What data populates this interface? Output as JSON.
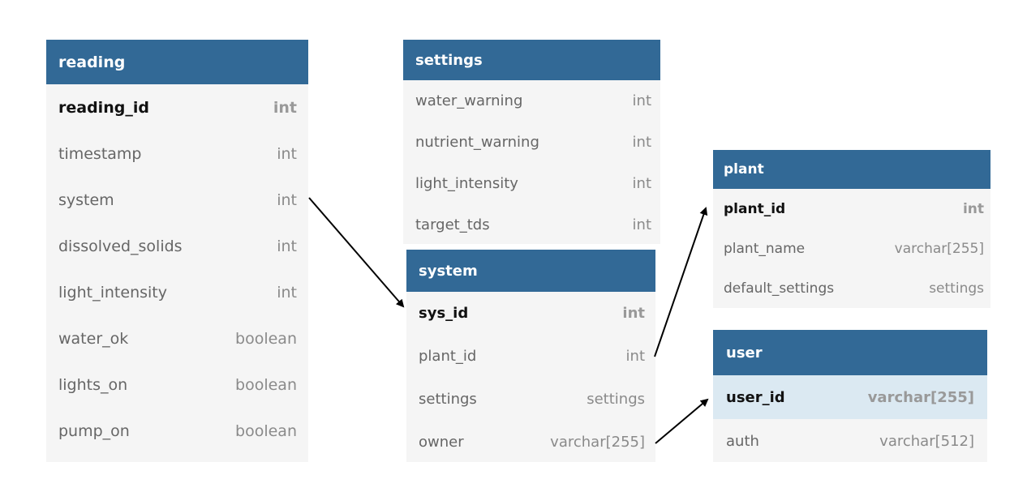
{
  "tables": {
    "reading": {
      "name": "reading",
      "fields": [
        {
          "name": "reading_id",
          "type": "int"
        },
        {
          "name": "timestamp",
          "type": "int"
        },
        {
          "name": "system",
          "type": "int"
        },
        {
          "name": "dissolved_solids",
          "type": "int"
        },
        {
          "name": "light_intensity",
          "type": "int"
        },
        {
          "name": "water_ok",
          "type": "boolean"
        },
        {
          "name": "lights_on",
          "type": "boolean"
        },
        {
          "name": "pump_on",
          "type": "boolean"
        }
      ]
    },
    "settings": {
      "name": "settings",
      "fields": [
        {
          "name": "water_warning",
          "type": "int"
        },
        {
          "name": "nutrient_warning",
          "type": "int"
        },
        {
          "name": "light_intensity",
          "type": "int"
        },
        {
          "name": "target_tds",
          "type": "int"
        }
      ]
    },
    "system": {
      "name": "system",
      "fields": [
        {
          "name": "sys_id",
          "type": "int"
        },
        {
          "name": "plant_id",
          "type": "int"
        },
        {
          "name": "settings",
          "type": "settings"
        },
        {
          "name": "owner",
          "type": "varchar[255]"
        }
      ]
    },
    "plant": {
      "name": "plant",
      "fields": [
        {
          "name": "plant_id",
          "type": "int"
        },
        {
          "name": "plant_name",
          "type": "varchar[255]"
        },
        {
          "name": "default_settings",
          "type": "settings"
        }
      ]
    },
    "user": {
      "name": "user",
      "fields": [
        {
          "name": "user_id",
          "type": "varchar[255]"
        },
        {
          "name": "auth",
          "type": "varchar[512]"
        }
      ]
    }
  },
  "colors": {
    "header": "#326996",
    "body": "#f5f5f5",
    "highlight": "#dbe9f2",
    "edge": "#000000"
  }
}
